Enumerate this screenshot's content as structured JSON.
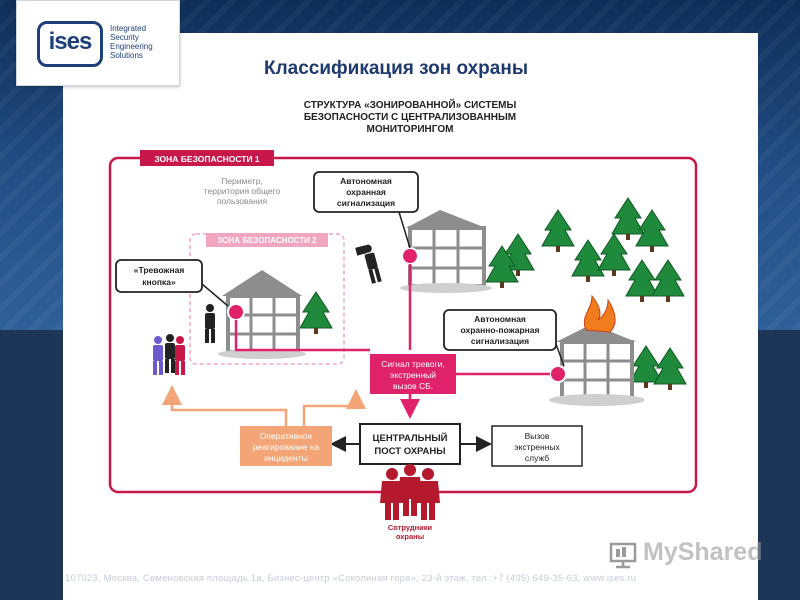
{
  "logo": {
    "mark": "ises",
    "text": "Integrated\nSecurity\nEngineering\nSolutions"
  },
  "title": "Классификация зон охраны",
  "diagram": {
    "heading": [
      "СТРУКТУРА «ЗОНИРОВАННОЙ» СИСТЕМЫ",
      "БЕЗОПАСНОСТИ С ЦЕНТРАЛИЗОВАННЫМ",
      "МОНИТОРИНГОМ"
    ],
    "zone1": "ЗОНА БЕЗОПАСНОСТИ 1",
    "zone2": "ЗОНА БЕЗОПАСНОСТИ 2",
    "perimeter": [
      "Периметр,",
      "территория общего",
      "пользования"
    ],
    "autonomous_alarm": [
      "Автономная",
      "охранная",
      "сигнализация"
    ],
    "panic_button": [
      "«Тревожная",
      "кнопка»"
    ],
    "fire_alarm": [
      "Автономная",
      "охранно-пожарная",
      "сигнализация"
    ],
    "alarm_signal": [
      "Сигнал тревоги,",
      "экстренный",
      "вызов СБ."
    ],
    "central_post": [
      "ЦЕНТРАЛЬНЫЙ",
      "ПОСТ ОХРАНЫ"
    ],
    "emergency": [
      "Вызов",
      "экстренных",
      "служб"
    ],
    "response": [
      "Оперативное",
      "реагирование на",
      "инциденты"
    ],
    "staff": [
      "Сотрудники",
      "охраны"
    ],
    "colors": {
      "zone": "#c8184a",
      "zone2": "#f1a6c0",
      "arrow": "#e0226b",
      "response": "#f3a577",
      "building": "#8d8d8d",
      "tree": "#1f8a3b",
      "fire": "#f07c1e"
    }
  },
  "footer": "107023,  Москва,  Семеновская площадь 1а,  Бизнес-центр  «Соколиная гора»,   23-й  этаж,   тел.:+7 (495)  649-35-63,    www.ises.ru",
  "watermark": "MyShared"
}
